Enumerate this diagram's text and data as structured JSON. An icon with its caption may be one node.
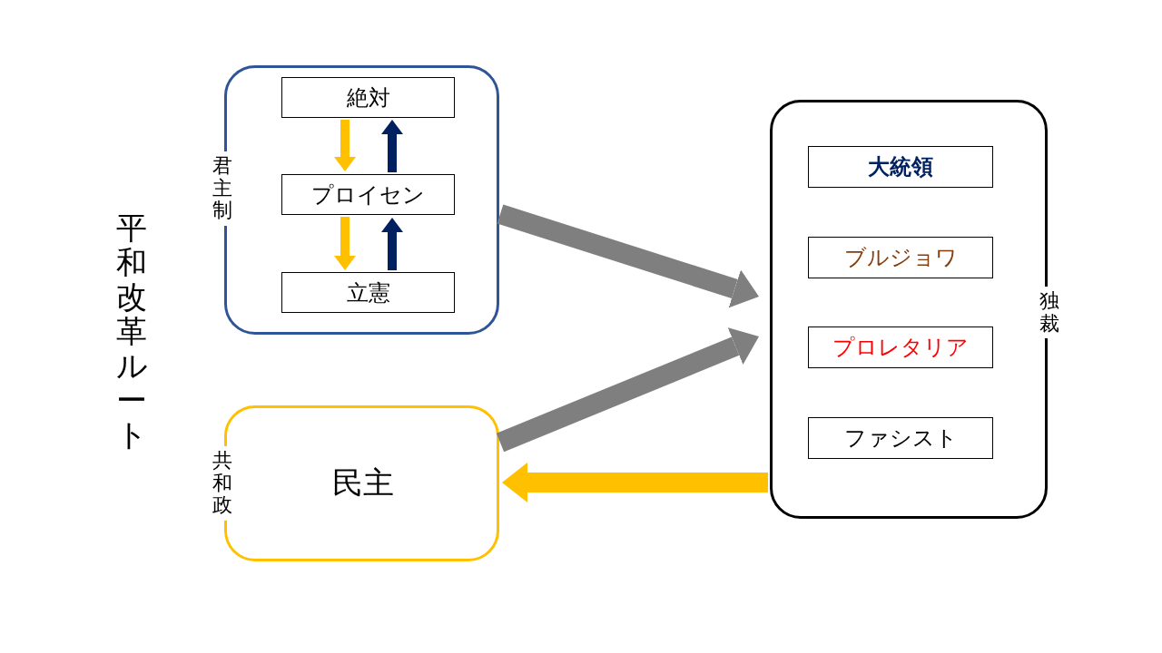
{
  "diagram": {
    "title": "平和改革ルート",
    "nodes": [
      {
        "text": [
          "君主制"
        ]
      },
      {
        "text": [
          "絶対"
        ],
        "in": 0
      },
      {
        "text": [
          "プロイセン"
        ],
        "in": 0
      },
      {
        "text": [
          "立憲"
        ],
        "in": 0
      },
      {
        "text": [
          "共和政",
          "民主"
        ]
      },
      {
        "text": [
          "独裁"
        ]
      },
      {
        "text": [
          "大統領"
        ],
        "in": 5
      },
      {
        "text": [
          "ブルジョワ"
        ],
        "in": 5
      },
      {
        "text": [
          "プロレタリア"
        ],
        "in": 5
      },
      {
        "text": [
          "ファシスト"
        ],
        "in": 5
      }
    ],
    "edges": [
      {
        "from": 1,
        "to": 2,
        "arrow": "to",
        "color": "#ffc000"
      },
      {
        "from": 2,
        "to": 1,
        "arrow": "to",
        "color": "#002060"
      },
      {
        "from": 2,
        "to": 3,
        "arrow": "to",
        "color": "#ffc000"
      },
      {
        "from": 3,
        "to": 2,
        "arrow": "to",
        "color": "#002060"
      },
      {
        "from": 0,
        "to": 5,
        "arrow": "to",
        "style": "thick",
        "color": "#7f7f7f"
      },
      {
        "from": 4,
        "to": 5,
        "arrow": "to",
        "style": "thick",
        "color": "#7f7f7f"
      },
      {
        "from": 5,
        "to": 4,
        "arrow": "to",
        "style": "thick",
        "color": "#ffc000"
      }
    ]
  }
}
